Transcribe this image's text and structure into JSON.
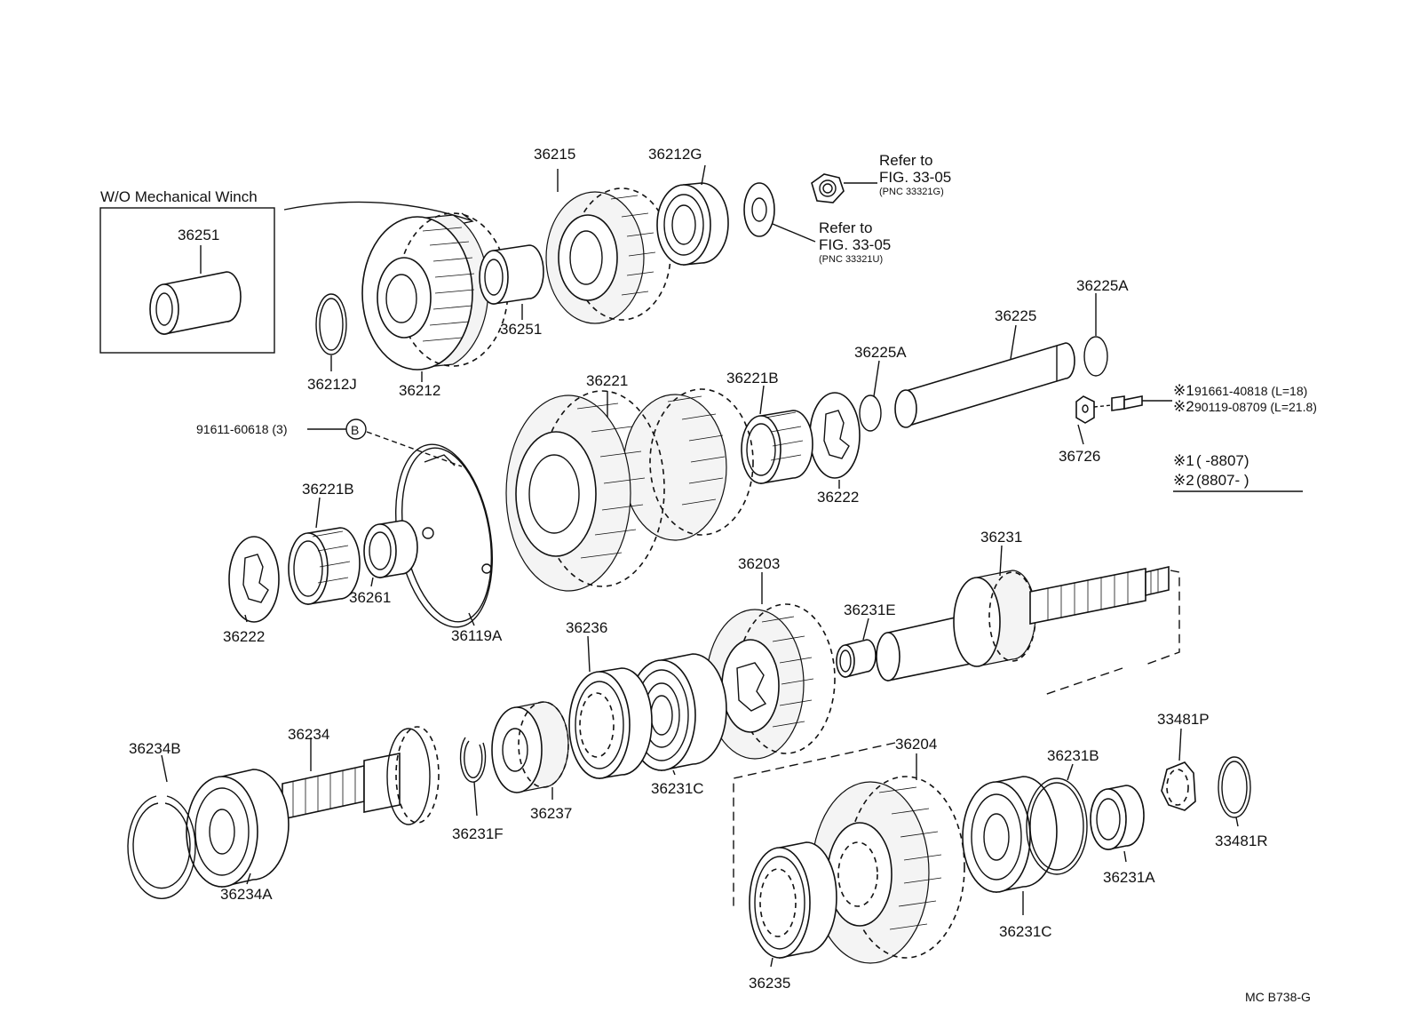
{
  "diagram": {
    "winch_box_title": "W/O Mechanical Winch",
    "refer_1": {
      "line1": "Refer to",
      "line2": "FIG. 33-05",
      "line3": "(PNC 33321G)"
    },
    "refer_2": {
      "line1": "Refer to",
      "line2": "FIG. 33-05",
      "line3": "(PNC 33321U)"
    },
    "bolt_notes": {
      "n1_mark": "※1",
      "n1_text": "91661-40818 (L=18)",
      "n2_mark": "※2",
      "n2_text": "90119-08709 (L=21.8)"
    },
    "date_legend": {
      "r1_mark": "※1",
      "r1_text": "(      -8807)",
      "r2_mark": "※2",
      "r2_text": "(8807-      )"
    },
    "bolt_ref": "91611-60618 (3)",
    "b_marker": "B",
    "figure_code": "MC  B738-G",
    "labels": {
      "p36251_box": "36251",
      "p36212J": "36212J",
      "p36212": "36212",
      "p36251": "36251",
      "p36215": "36215",
      "p36212G": "36212G",
      "p36225A_top": "36225A",
      "p36225": "36225",
      "p36225A": "36225A",
      "p36221B_r": "36221B",
      "p36221": "36221",
      "p36222_r": "36222",
      "p36726": "36726",
      "p36221B_l": "36221B",
      "p36222_l": "36222",
      "p36261": "36261",
      "p36119A": "36119A",
      "p36231": "36231",
      "p36203": "36203",
      "p36231E": "36231E",
      "p36236": "36236",
      "p36231C_top": "36231C",
      "p36237": "36237",
      "p36231F": "36231F",
      "p36234B": "36234B",
      "p36234": "36234",
      "p36234A": "36234A",
      "p36204": "36204",
      "p36231B": "36231B",
      "p33481P": "33481P",
      "p33481R": "33481R",
      "p36231A": "36231A",
      "p36231C_bot": "36231C",
      "p36235": "36235"
    }
  }
}
